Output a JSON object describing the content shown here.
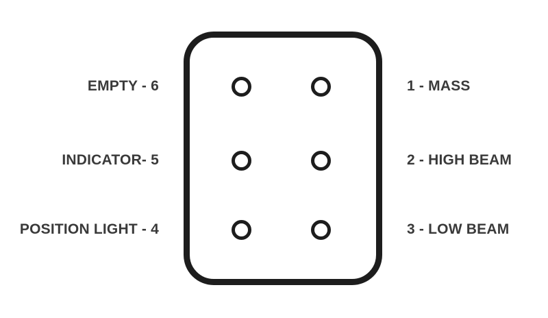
{
  "diagram": {
    "type": "connector-pinout",
    "colors": {
      "outline": "#1d1d1d",
      "text": "#3a3a3a",
      "background": "#ffffff"
    },
    "rows": [
      {
        "left_label": "EMPTY - 6",
        "left_pin": "6",
        "right_pin": "1",
        "right_label": "1 - MASS"
      },
      {
        "left_label": "INDICATOR- 5",
        "left_pin": "5",
        "right_pin": "2",
        "right_label": "2 - HIGH BEAM"
      },
      {
        "left_label": "POSITION LIGHT - 4",
        "left_pin": "4",
        "right_pin": "3",
        "right_label": "3 - LOW BEAM"
      }
    ]
  }
}
